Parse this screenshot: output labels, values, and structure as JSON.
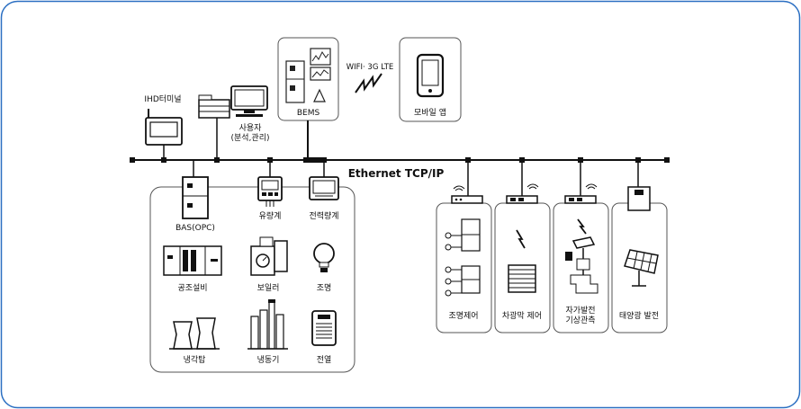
{
  "bems": {
    "label": "BEMS"
  },
  "wireless": {
    "label": "WIFI· 3G  LTE"
  },
  "mobile": {
    "label": "모바일 앱"
  },
  "ihd": {
    "label": "IHD터미널"
  },
  "user": {
    "line1": "사용자",
    "line2": "(분석,관리)"
  },
  "network": {
    "label": "Ethernet TCP/IP"
  },
  "building": {
    "bas": "BAS(OPC)",
    "flowmeter": "유량계",
    "powermeter": "전력량계",
    "hvac": "공조설비",
    "boiler": "보일러",
    "lighting": "조명",
    "cooling_tower": "냉각탑",
    "refrigerator": "냉동기",
    "heat_exchanger": "전열"
  },
  "panels": {
    "lighting_control": "조명제어",
    "blind_control": "차광막 제어",
    "weather_line1": "자가발전",
    "weather_line2": "기상관측",
    "solar": "태양광 발전"
  },
  "colors": {
    "frame": "#2b6fc2",
    "line": "#111111",
    "panel_border": "#555555"
  }
}
